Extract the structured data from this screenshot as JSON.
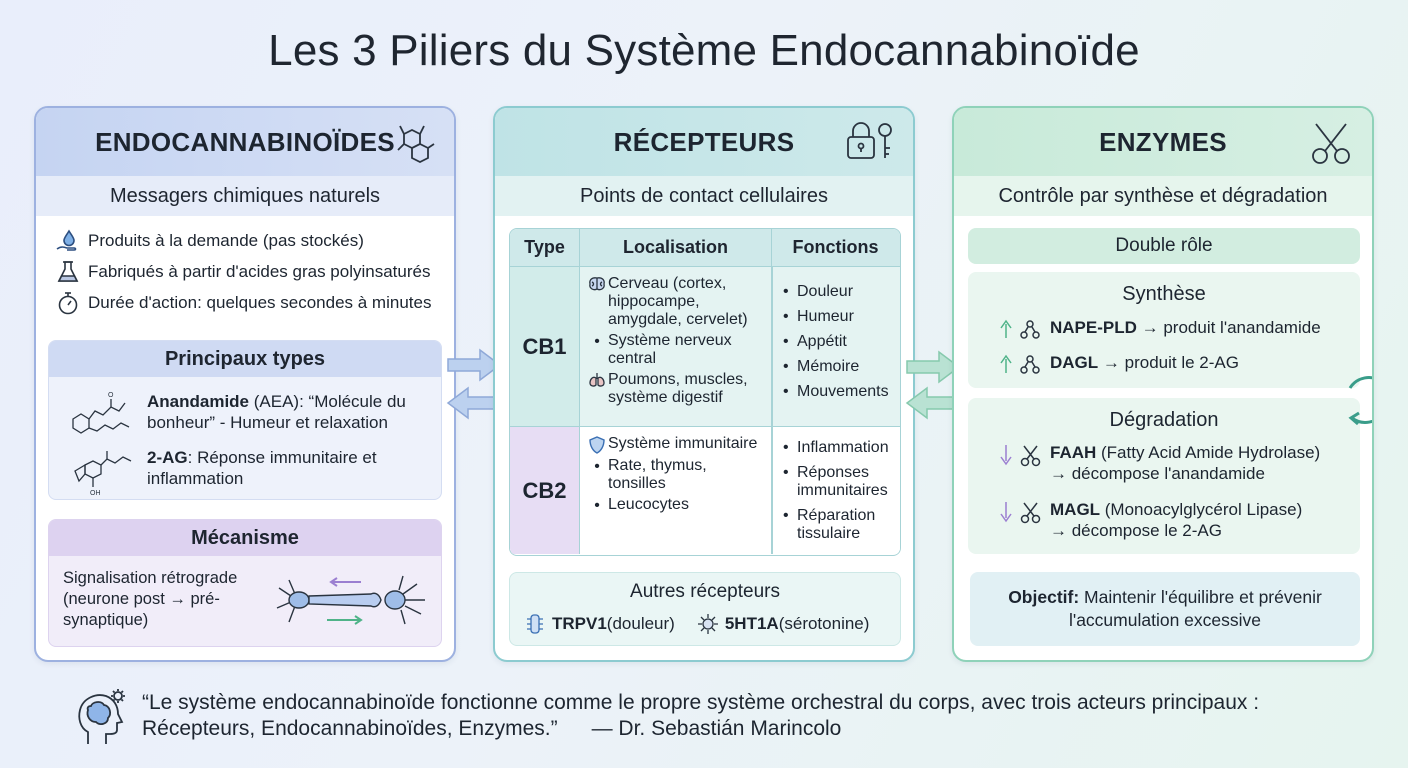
{
  "title": "Les 3 Piliers du Système Endocannabinoïde",
  "panel1": {
    "title": "ENDOCANNABINOÏDES",
    "subtitle": "Messagers chimiques naturels",
    "features": [
      {
        "icon": "water-drop-hand-icon",
        "text": "Produits à la demande (pas stockés)"
      },
      {
        "icon": "flask-icon",
        "text": "Fabriqués à partir d'acides gras polyinsaturés"
      },
      {
        "icon": "stopwatch-icon",
        "text": "Durée d'action: quelques secondes à minutes"
      }
    ],
    "types": {
      "header": "Principaux types",
      "aea_name": "Anandamide",
      "aea_desc": " (AEA): “Molécule du bonheur” - Humeur et relaxation",
      "ag_name": "2-AG",
      "ag_desc": ": Réponse immunitaire et inflammation"
    },
    "mechanism": {
      "header": "Mécanisme",
      "text": "Signalisation rétrograde (neurone post → pré-synaptique)"
    }
  },
  "panel2": {
    "title": "RÉCEPTEURS",
    "subtitle": "Points de contact cellulaires",
    "table": {
      "headers": [
        "Type",
        "Localisation",
        "Fonctions"
      ],
      "cb1": {
        "type": "CB1",
        "loc": [
          {
            "icon": "brain-icon",
            "text": "Cerveau (cortex, hippocampe, amygdale, cervelet)"
          },
          {
            "icon": "bullet",
            "text": "Système nerveux central"
          },
          {
            "icon": "lungs-icon",
            "text": "Poumons, muscles, système digestif"
          }
        ],
        "fn": [
          "Douleur",
          "Humeur",
          "Appétit",
          "Mémoire",
          "Mouvements"
        ]
      },
      "cb2": {
        "type": "CB2",
        "loc": [
          {
            "icon": "shield-icon",
            "text": "Système immunitaire"
          },
          {
            "icon": "bullet",
            "text": "Rate, thymus, tonsilles"
          },
          {
            "icon": "bullet",
            "text": "Leucocytes"
          }
        ],
        "fn": [
          "Inflammation",
          "Réponses immunitaires",
          "Réparation tissulaire"
        ]
      }
    },
    "others": {
      "header": "Autres récepteurs",
      "trpv1_name": "TRPV1",
      "trpv1_desc": " (douleur)",
      "ht_name": "5HT1A",
      "ht_desc": " (sérotonine)"
    }
  },
  "panel3": {
    "title": "ENZYMES",
    "subtitle": "Contrôle par synthèse et dégradation",
    "role_header": "Double rôle",
    "synthese": {
      "header": "Synthèse",
      "nape_name": "NAPE-PLD",
      "nape_desc": " → produit l'anandamide",
      "dagl_name": "DAGL",
      "dagl_desc": " → produit le 2-AG"
    },
    "degradation": {
      "header": "Dégradation",
      "faah_name": "FAAH",
      "faah_desc": " (Fatty Acid Amide Hydrolase)",
      "faah_desc2": "→ décompose l'anandamide",
      "magl_name": "MAGL",
      "magl_desc": " (Monoacylglycérol Lipase)",
      "magl_desc2": "→ décompose le 2-AG"
    },
    "objective": {
      "label": "Objectif:",
      "text": " Maintenir l'équilibre et prévenir l'accumulation excessive"
    }
  },
  "quote": {
    "text": "“Le système endocannabinoïde fonctionne comme le propre système orchestral du corps, avec trois acteurs principaux : Récepteurs, Endocannabinoïdes, Enzymes.”",
    "author": "— Dr. Sebastián Marincolo"
  },
  "colors": {
    "blue": "#9db1e0",
    "teal": "#8ccbd0",
    "green": "#8fd2b9",
    "purple": "#d8cdee"
  }
}
